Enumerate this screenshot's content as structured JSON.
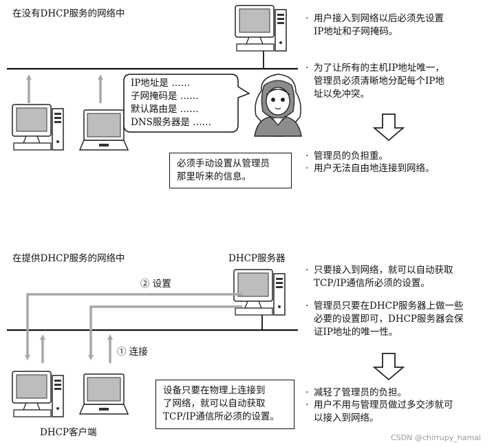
{
  "top": {
    "heading": "在没有DHCP服务的网络中",
    "speech": [
      "IP地址是 ……",
      "子网掩码是 ……",
      "默认路由是 ……",
      "DNS服务器是 ……"
    ],
    "note": [
      "必须手动设置从管理员",
      "那里听来的信息。"
    ],
    "bullet1": [
      "用户接入到网络以后必须先设置",
      "IP地址和子网掩码。"
    ],
    "bullet2": [
      "为了让所有的主机IP地址唯一，",
      "管理员必须清晰地分配每个IP地",
      "址以免冲突。"
    ],
    "result": [
      "管理员的负担重。",
      "用户无法自由地连接到网络。"
    ]
  },
  "bottom": {
    "heading": "在提供DHCP服务的网络中",
    "server_label": "DHCP服务器",
    "step2": "② 设置",
    "step1": "① 连接",
    "client_label": "DHCP客户端",
    "note": [
      "设备只要在物理上连接到",
      "了网络，就可以自动获取",
      "TCP/IP通信所必须的设置。"
    ],
    "bullet1": [
      "只要接入到网络，就可以自动获取",
      "TCP/IP通信所必须的设置。"
    ],
    "bullet2": [
      "管理员只要在DHCP服务器上做一些",
      "必要的设置即可，DHCP服务器会保",
      "证IP地址的唯一性。"
    ],
    "result": [
      "减轻了管理员的负担。",
      "用户不用与管理员做过多交涉就可",
      "以接入到网络。"
    ]
  },
  "bullet_mark": "·",
  "watermark": "CSDN @chirrupy_hamal"
}
